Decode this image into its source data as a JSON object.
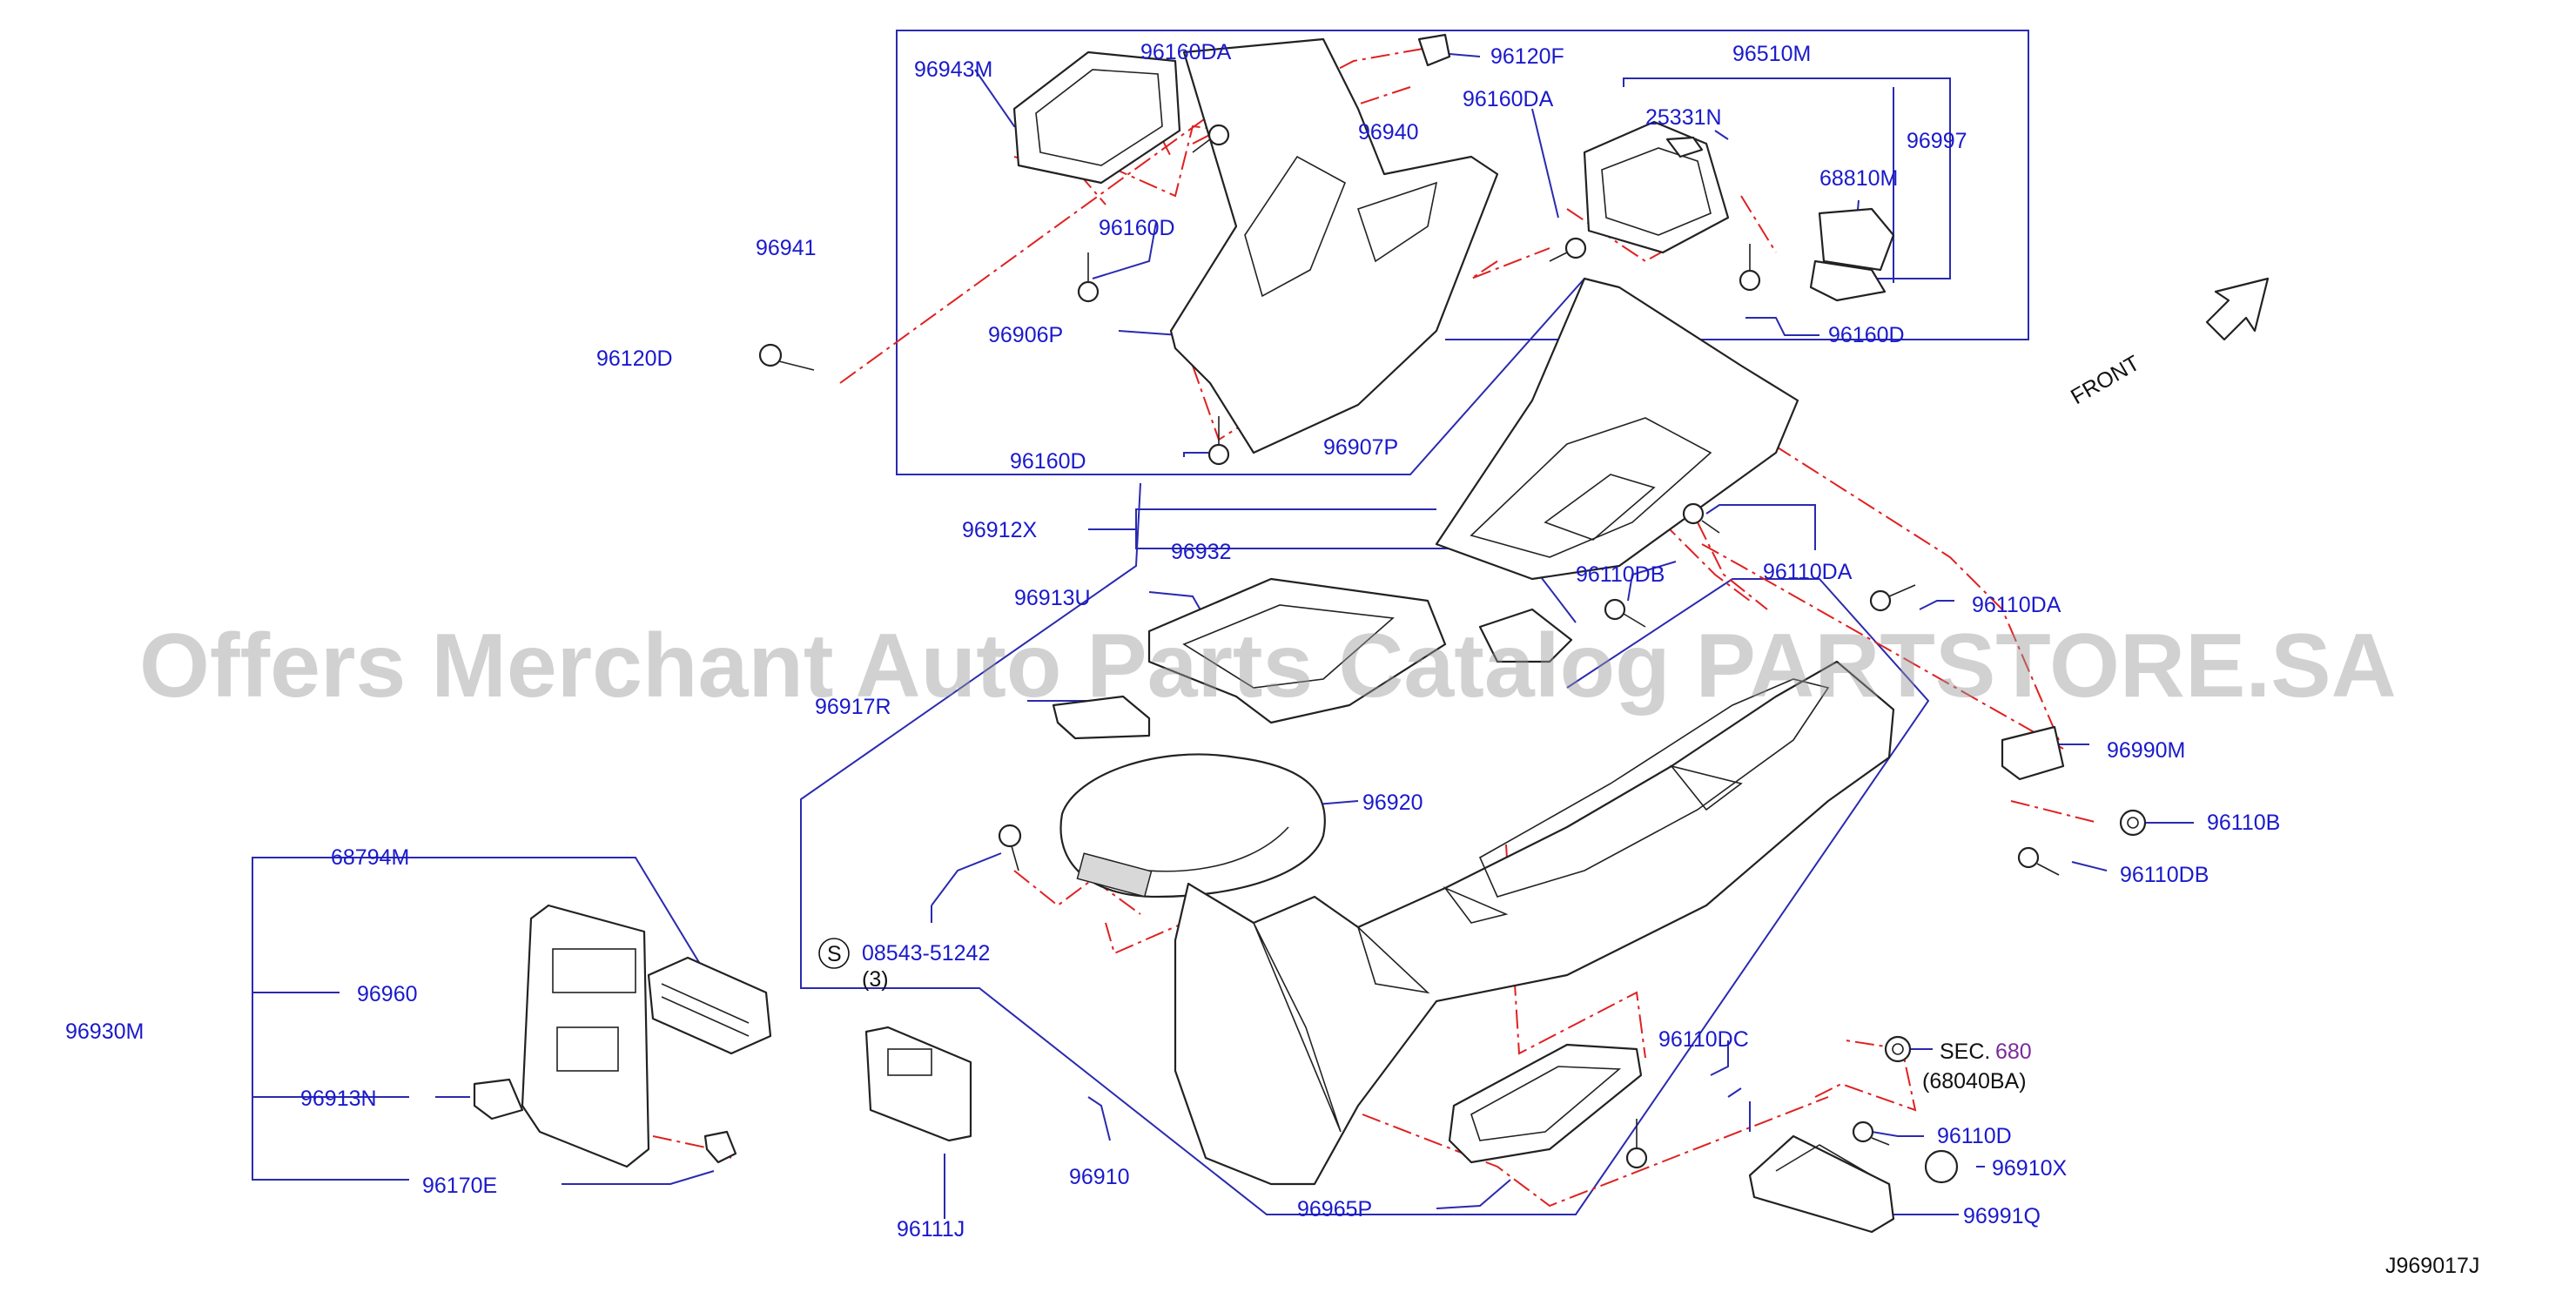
{
  "watermark": "Offers Merchant Auto Parts Catalog PARTSTORE.SA",
  "diagram_code": "J969017J",
  "front_label": "FRONT",
  "callouts": {
    "p96943M": "96943M",
    "p96160DA_1": "96160DA",
    "p96120F": "96120F",
    "p96510M": "96510M",
    "p25331N": "25331N",
    "p96997": "96997",
    "p68810M": "68810M",
    "p96160DA_2": "96160DA",
    "p96940": "96940",
    "p96941": "96941",
    "p96160D_1": "96160D",
    "p96906P": "96906P",
    "p96120D": "96120D",
    "p96160D_2": "96160D",
    "p96907P": "96907P",
    "p96160D_3": "96160D",
    "p96912X": "96912X",
    "p96932": "96932",
    "p96110DB_1": "96110DB",
    "p96110DA_1": "96110DA",
    "p96110DA_2": "96110DA",
    "p96913U": "96913U",
    "p96917R": "96917R",
    "p96990M": "96990M",
    "p96110B": "96110B",
    "p96110DB_2": "96110DB",
    "p96920": "96920",
    "p68794M": "68794M",
    "s_mark": "S",
    "p08543": "08543-51242",
    "qty3": "(3)",
    "p96960": "96960",
    "p96930M": "96930M",
    "p96913N": "96913N",
    "p96170E": "96170E",
    "p96110DC": "96110DC",
    "sec_prefix": "SEC.",
    "sec_num": "680",
    "sec_ref": "(68040BA)",
    "p96110D": "96110D",
    "p96910X": "96910X",
    "p96991Q": "96991Q",
    "p96910": "96910",
    "p96965P": "96965P",
    "p96111J": "96111J"
  }
}
